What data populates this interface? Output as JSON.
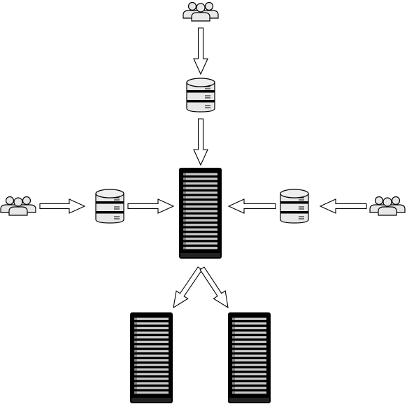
{
  "diagram": {
    "nodes": [
      {
        "id": "users-top",
        "kind": "users-icon"
      },
      {
        "id": "users-left",
        "kind": "users-icon"
      },
      {
        "id": "users-right",
        "kind": "users-icon"
      },
      {
        "id": "database-top",
        "kind": "database-icon"
      },
      {
        "id": "database-left",
        "kind": "database-icon"
      },
      {
        "id": "database-right",
        "kind": "database-icon"
      },
      {
        "id": "server-rack-center",
        "kind": "server-rack-icon"
      },
      {
        "id": "server-rack-bottom-left",
        "kind": "server-rack-icon"
      },
      {
        "id": "server-rack-bottom-right",
        "kind": "server-rack-icon"
      }
    ],
    "edges": [
      {
        "from": "users-top",
        "to": "database-top"
      },
      {
        "from": "database-top",
        "to": "server-rack-center"
      },
      {
        "from": "users-left",
        "to": "database-left"
      },
      {
        "from": "database-left",
        "to": "server-rack-center"
      },
      {
        "from": "users-right",
        "to": "database-right"
      },
      {
        "from": "database-right",
        "to": "server-rack-center"
      },
      {
        "from": "server-rack-center",
        "to": "server-rack-bottom-left"
      },
      {
        "from": "server-rack-center",
        "to": "server-rack-bottom-right"
      }
    ],
    "colors": {
      "stroke": "#000000",
      "icon_fill": "#e8e8e8",
      "arrow_fill": "#ffffff",
      "rack_body": "#000000",
      "rack_slot": "#c8c8c8",
      "background": "#ffffff"
    }
  }
}
